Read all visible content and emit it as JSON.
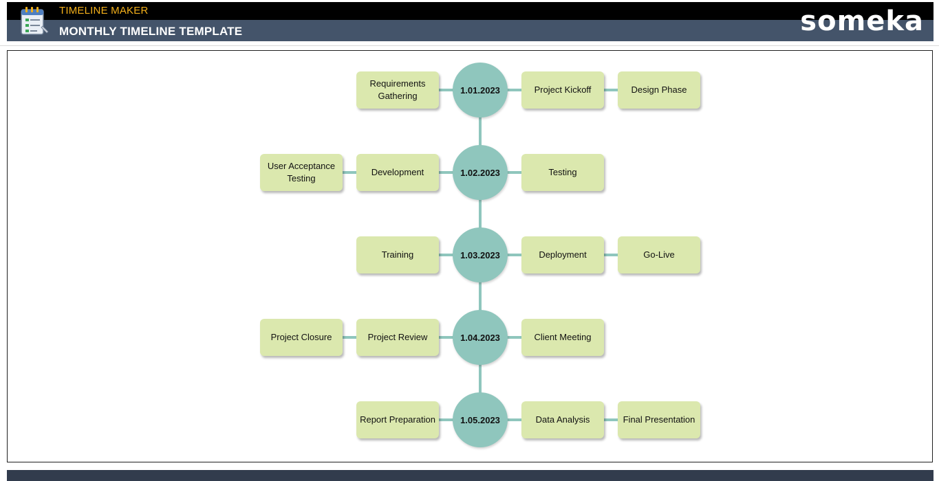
{
  "header": {
    "app_title": "TIMELINE MAKER",
    "page_title": "MONTHLY TIMELINE TEMPLATE",
    "brand": "someka"
  },
  "colors": {
    "header_black": "#000000",
    "header_slate": "#44546a",
    "accent_orange": "#f5b11a",
    "node_teal": "#8fc6bd",
    "task_green": "#dbe8ae"
  },
  "timeline": {
    "dates": [
      "1.01.2023",
      "1.02.2023",
      "1.03.2023",
      "1.04.2023",
      "1.05.2023"
    ],
    "left_tasks": [
      [
        "Requirements Gathering"
      ],
      [
        "Development",
        "User Acceptance Testing"
      ],
      [
        "Training"
      ],
      [
        "Project Review",
        "Project Closure"
      ],
      [
        "Report Preparation"
      ]
    ],
    "right_tasks": [
      [
        "Project Kickoff",
        "Design Phase"
      ],
      [
        "Testing"
      ],
      [
        "Deployment",
        "Go-Live"
      ],
      [
        "Client Meeting"
      ],
      [
        "Data Analysis",
        "Final Presentation"
      ]
    ]
  }
}
